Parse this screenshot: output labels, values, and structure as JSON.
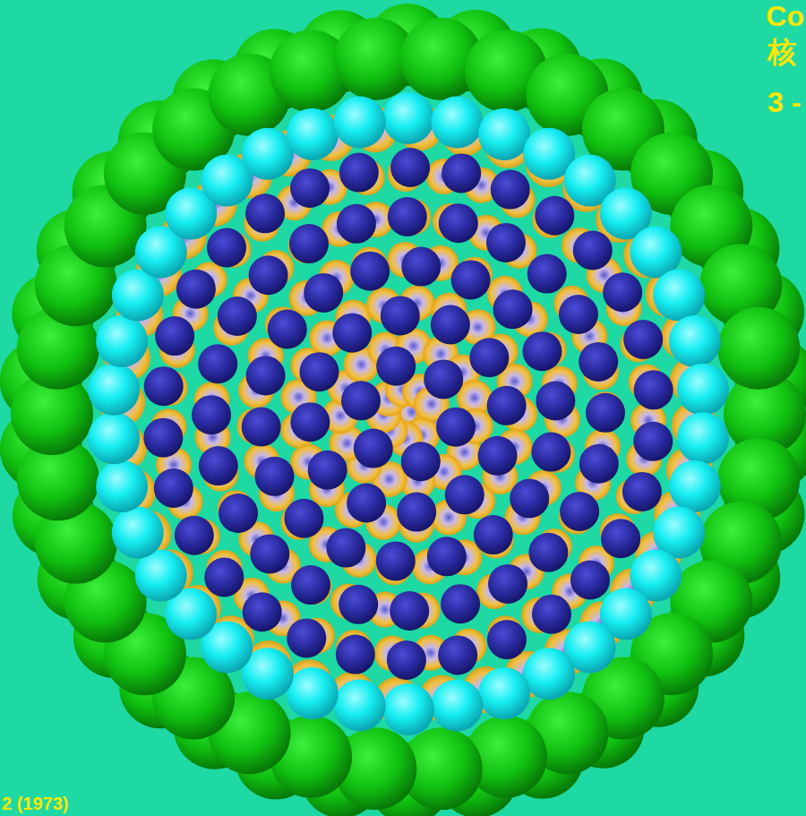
{
  "diagram": {
    "labels": [
      "Co",
      "核",
      "3 -",
      "2 (1973)"
    ]
  }
}
